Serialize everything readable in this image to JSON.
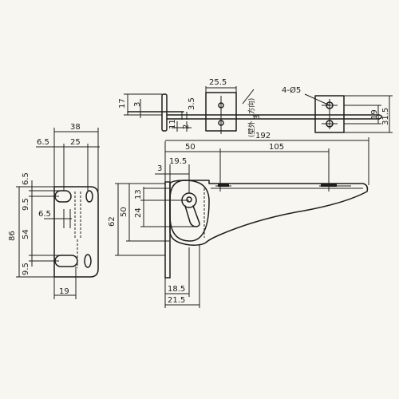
{
  "dims": {
    "overall_len": "192",
    "seg50": "50",
    "seg105": "105",
    "dim3a": "3",
    "dim19_5": "19.5",
    "dim13": "13",
    "dim24": "24",
    "dim50v": "50",
    "dim62": "62",
    "dim18_5": "18.5",
    "dim21_5": "21.5",
    "side38": "38",
    "side6_5a": "6.5",
    "side25": "25",
    "side6_5b": "6.5",
    "side9_5a": "9.5",
    "side6_5c": "6.5",
    "side54": "54",
    "side86": "86",
    "side9_5b": "9.5",
    "side19": "19",
    "top17": "17",
    "top3a": "3",
    "top3_5": "3.5",
    "top2": "2",
    "top11": "11",
    "top25_5": "25.5",
    "top3b": "3",
    "top19": "19",
    "top31_5": "31.5",
    "holes": "4-Ø5"
  },
  "note": "(壁外し方向)"
}
